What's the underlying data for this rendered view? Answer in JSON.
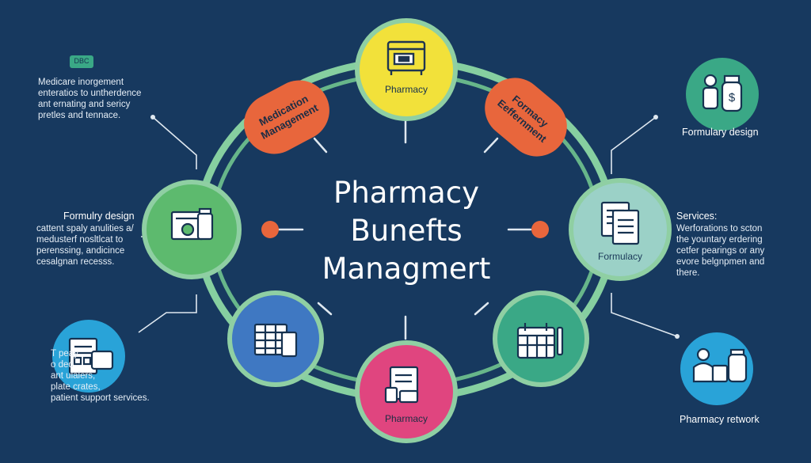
{
  "title": {
    "line1": "Pharmacy",
    "line2": "Bunefts",
    "line3": "Managmert"
  },
  "nodes": {
    "top": {
      "label": "Pharmacy"
    },
    "top_left": {
      "line1": "Medication",
      "line2": "Management"
    },
    "top_right": {
      "line1": "Formacy",
      "line2": "Eeffernment"
    },
    "right": {
      "label": "Formulacy"
    },
    "bottom": {
      "label": "Pharmacy"
    }
  },
  "badge": {
    "label": "DBC"
  },
  "annotations": {
    "top_left": {
      "lines": [
        "Medicare inorgement",
        "enteratios to untherdence",
        "ant ernating and sericy",
        "pretles and tennace."
      ]
    },
    "mid_left": {
      "heading": "Formulry design",
      "lines": [
        "cattent spaly anulities a/",
        "medusterf nosltlcat to",
        "perenssing, andicince",
        "cesalgnan recesss."
      ]
    },
    "bottom_left": {
      "lines": [
        "T        peay",
        "o        ded",
        "ant        ulalers,",
        "plate        crates,",
        "patient support services."
      ]
    },
    "top_right": {
      "label": "Formulary design"
    },
    "mid_right": {
      "heading": "Services:",
      "lines": [
        "Werforations to scton",
        "the yountary erdering",
        "cetfer pearings or any",
        "evore belgnpmen and",
        "there."
      ]
    },
    "bottom_right": {
      "label": "Pharmacy retwork"
    }
  },
  "colors": {
    "background": "#17395f",
    "ring": "#7fc99a",
    "yellow": "#f2e13a",
    "orange": "#e8663c",
    "green": "#5dba6e",
    "blue": "#3f78c2",
    "teal": "#3aa886",
    "pink": "#e0457f",
    "light_teal": "#9bd1c7"
  },
  "icons": [
    "badge-icon",
    "pharmacy-machine-icon",
    "document-bottle-icon",
    "pill-bottle-person-icon",
    "document-stack-icon",
    "prescription-document-icon",
    "spreadsheet-icon",
    "calendar-icon",
    "pharmacy-form-icon",
    "pharmacist-icon"
  ]
}
